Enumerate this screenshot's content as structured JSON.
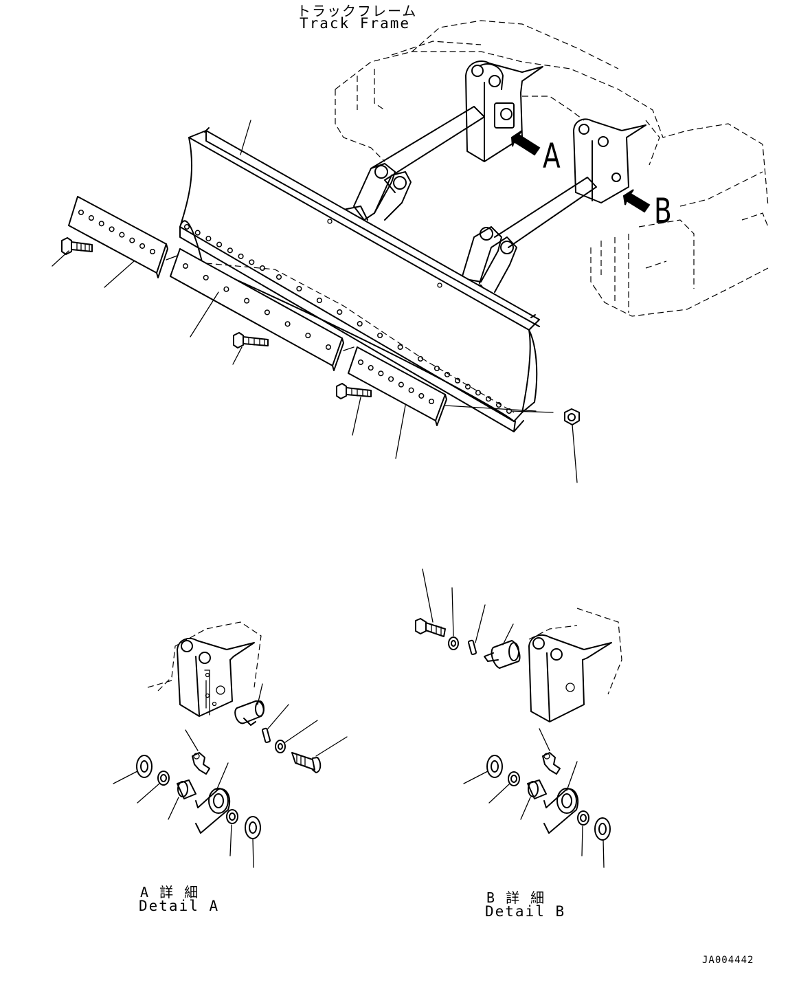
{
  "labels": {
    "track_frame_jp": "トラックフレーム",
    "track_frame_en": "Track Frame",
    "arrow_a": "A",
    "arrow_b": "B",
    "detail_a_jp": "A 詳 細",
    "detail_a_en": "Detail A",
    "detail_b_jp": "B 詳 細",
    "detail_b_en": "Detail B",
    "drawing_code": "JA004442"
  }
}
